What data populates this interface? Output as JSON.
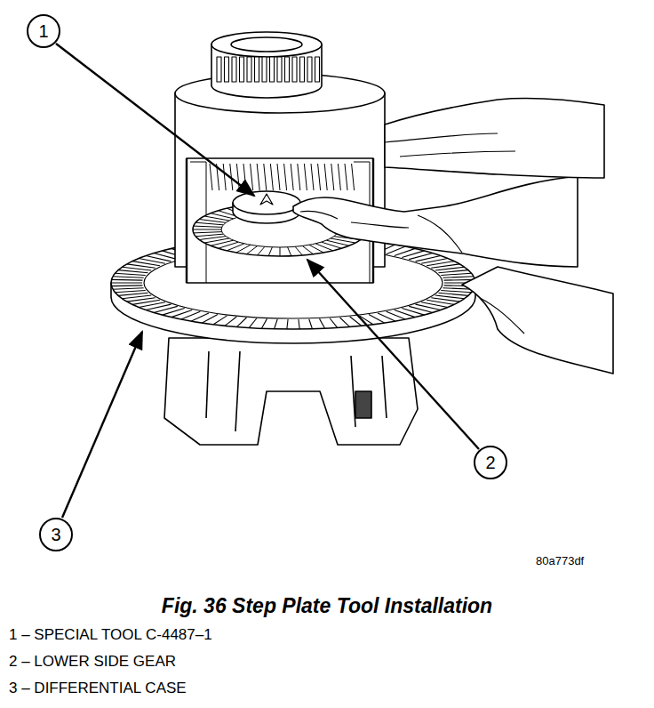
{
  "diagram": {
    "caption": "Fig. 36 Step Plate Tool Installation",
    "nodes": [
      {
        "text": [
          "1"
        ]
      },
      {
        "text": [
          "2"
        ]
      },
      {
        "text": [
          "3"
        ]
      }
    ],
    "labels": [
      "80a773df",
      "1 – SPECIAL TOOL C-4487–1",
      "2 – LOWER SIDE GEAR",
      "3 – DIFFERENTIAL CASE"
    ]
  }
}
